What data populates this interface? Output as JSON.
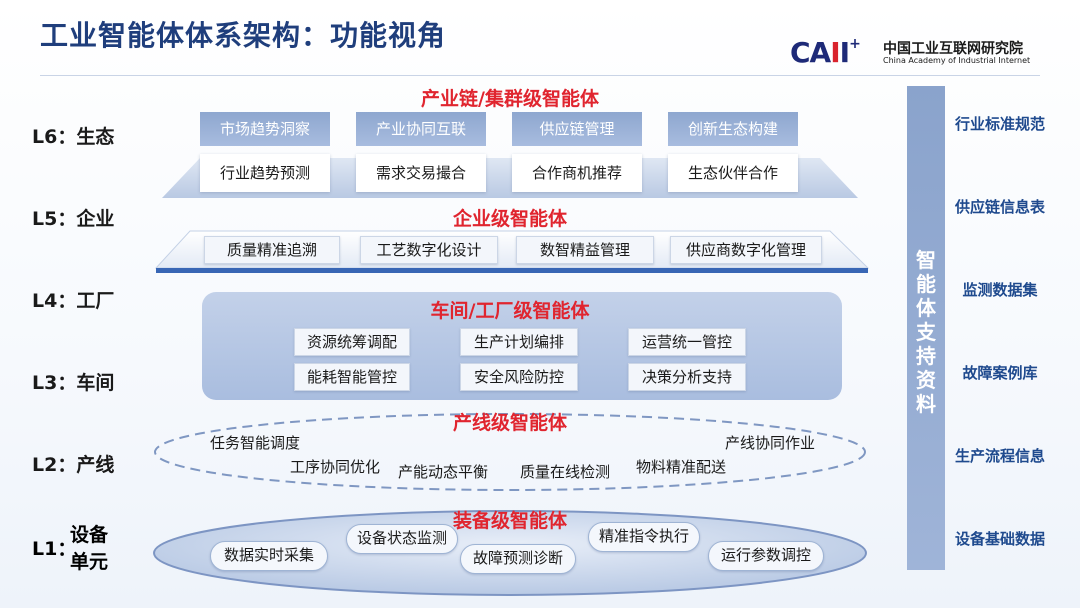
{
  "header": {
    "title": "工业智能体体系架构：功能视角",
    "logo_mark_a": "CA",
    "logo_mark_b": "I",
    "logo_mark_c": "I",
    "logo_plus": "+",
    "org_cn": "中国工业互联网研究院",
    "org_en": "China Academy of Industrial Internet"
  },
  "levels": {
    "l6": "L6：生态",
    "l5": "L5：企业",
    "l4": "L4：工厂",
    "l3": "L3：车间",
    "l2": "L2：产线",
    "l1_key": "L1：",
    "l1_value": "设备单元"
  },
  "layers": {
    "chain": {
      "title": "产业链/集群级智能体",
      "columns": [
        {
          "top": "市场趋势洞察",
          "bottom": "行业趋势预测"
        },
        {
          "top": "产业协同互联",
          "bottom": "需求交易撮合"
        },
        {
          "top": "供应链管理",
          "bottom": "合作商机推荐"
        },
        {
          "top": "创新生态构建",
          "bottom": "生态伙伴合作"
        }
      ]
    },
    "enterprise": {
      "title": "企业级智能体",
      "items": [
        "质量精准追溯",
        "工艺数字化设计",
        "数智精益管理",
        "供应商数字化管理"
      ]
    },
    "factory": {
      "title": "车间/工厂级智能体",
      "items": [
        "资源统筹调配",
        "生产计划编排",
        "运营统一管控",
        "能耗智能管控",
        "安全风险防控",
        "决策分析支持"
      ]
    },
    "line": {
      "title": "产线级智能体",
      "items": [
        "任务智能调度",
        "工序协同优化",
        "产能动态平衡",
        "质量在线检测",
        "物料精准配送",
        "产线协同作业"
      ]
    },
    "equipment": {
      "title": "装备级智能体",
      "items": [
        "设备状态监测",
        "精准指令执行",
        "数据实时采集",
        "故障预测诊断",
        "运行参数调控"
      ]
    }
  },
  "support": {
    "label": [
      "智",
      "能",
      "体",
      "支",
      "持",
      "资",
      "料"
    ],
    "items": [
      "行业标准规范",
      "供应链信息表",
      "监测数据集",
      "故障案例库",
      "生产流程信息",
      "设备基础数据"
    ]
  },
  "colors": {
    "title_blue": "#1f3e7c",
    "layer_red": "#e0252f",
    "panel_blue": "#8ea7cf",
    "support_blue": "#1f4a8e"
  }
}
